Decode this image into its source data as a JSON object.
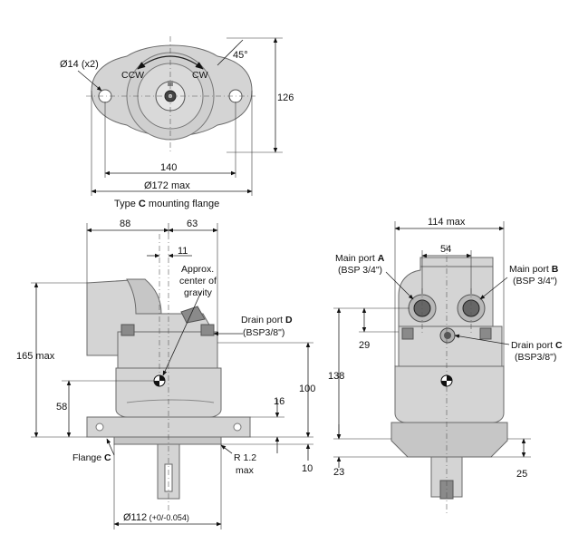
{
  "top_view": {
    "dim_hole": "Ø14 (x2)",
    "ccw": "CCW",
    "cw": "CW",
    "angle": "45°",
    "height": "126",
    "bolt_spacing": "140",
    "flange_diameter": "Ø172 max",
    "caption_prefix": "Type ",
    "caption_bold": "C",
    "caption_suffix": " mounting flange"
  },
  "front_view": {
    "dim_left": "88",
    "dim_right": "63",
    "dim_offset": "11",
    "cog_line1": "Approx.",
    "cog_line2": "center of",
    "cog_line3": "gravity",
    "drain_line1_prefix": "Drain port ",
    "drain_line1_bold": "D",
    "drain_line2": "(BSP3/8\")",
    "height_max": "165 max",
    "height_58": "58",
    "height_16": "16",
    "height_100": "100",
    "height_10": "10",
    "flange_prefix": "Flange ",
    "flange_bold": "C",
    "radius_line1": "R 1.2",
    "radius_line2": "max",
    "pilot_main": "Ø112",
    "pilot_tol": " (+0/-0.054)"
  },
  "side_view": {
    "width_max": "114 max",
    "port_spacing": "54",
    "port_a_prefix": "Main port ",
    "port_a_bold": "A",
    "port_a_size": "(BSP 3/4\")",
    "port_b_prefix": "Main port ",
    "port_b_bold": "B",
    "port_b_size": "(BSP 3/4\")",
    "dim_29": "29",
    "dim_138": "138",
    "drain_c_prefix": "Drain port ",
    "drain_c_bold": "C",
    "drain_c_size": "(BSP3/8\")",
    "dim_23": "23",
    "dim_25": "25"
  }
}
